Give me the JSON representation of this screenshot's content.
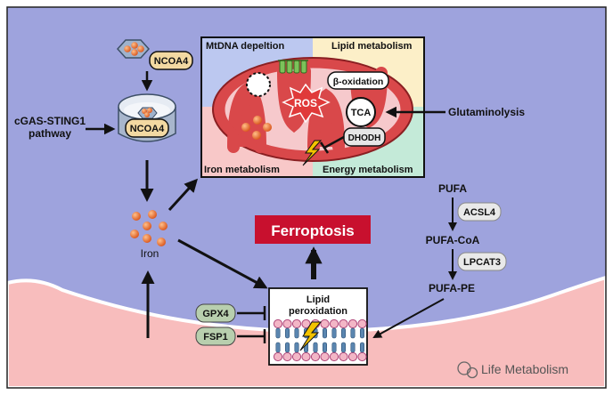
{
  "mito_box": {
    "q1": "MtDNA depeltion",
    "q2": "Lipid metabolism",
    "q3": "Iron metabolism",
    "q4": "Energy metabolism",
    "ros": "ROS",
    "beta_ox": "β-oxidation",
    "tca": "TCA",
    "dhodh": "DHODH"
  },
  "left": {
    "ncoa4_top": "NCOA4",
    "ncoa4_cup": "NCOA4",
    "cgas_line1": "cGAS-STING1",
    "cgas_line2": "pathway",
    "iron": "Iron"
  },
  "right": {
    "glutaminolysis": "Glutaminolysis",
    "pufa": "PUFA",
    "acsl4": "ACSL4",
    "pufa_coa": "PUFA-CoA",
    "lpcat3": "LPCAT3",
    "pufa_pe": "PUFA-PE"
  },
  "center": {
    "ferroptosis": "Ferroptosis",
    "lipid_line1": "Lipid",
    "lipid_line2": "peroxidation",
    "gpx4": "GPX4",
    "fsp1": "FSP1"
  },
  "watermark": "Life Metabolism",
  "colors": {
    "cell_blue": "#9aa0dc",
    "membrane_pink": "#f8bcbc",
    "ferroptosis_red": "#c8102e",
    "q_blue": "#bcc8f0",
    "q_yellow": "#fcefc8",
    "q_pink": "#f8c8c8",
    "q_teal": "#c4ead8",
    "mito_red": "#d9484a",
    "iron_orange": "#e8722c"
  }
}
